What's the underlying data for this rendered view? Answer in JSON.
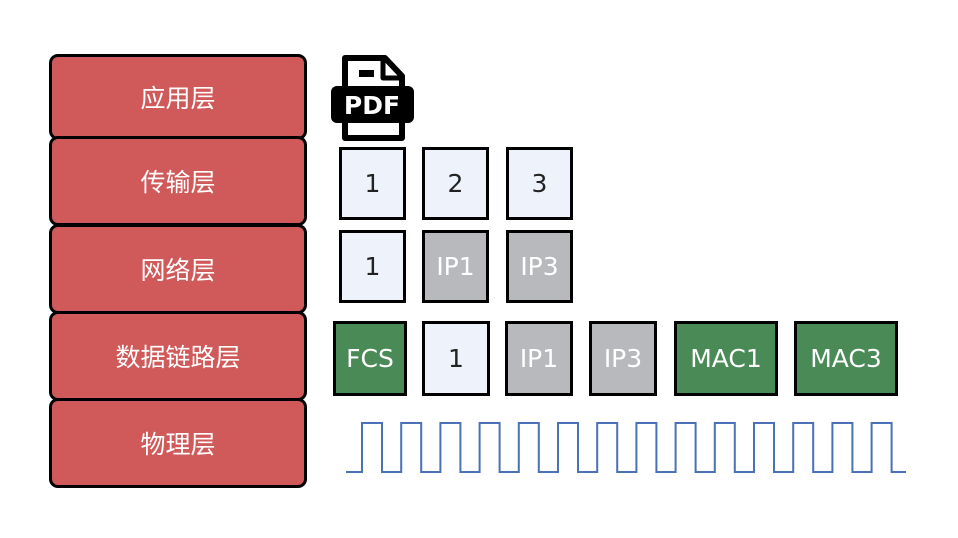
{
  "layers": [
    {
      "label": "应用层"
    },
    {
      "label": "传输层"
    },
    {
      "label": "网络层"
    },
    {
      "label": "数据链路层"
    },
    {
      "label": "物理层"
    }
  ],
  "file_icon": {
    "icon": "pdf-file-icon",
    "text": "PDF"
  },
  "transport": [
    "1",
    "2",
    "3"
  ],
  "network": [
    "1",
    "IP1",
    "IP3"
  ],
  "datalink": [
    "FCS",
    "1",
    "IP1",
    "IP3",
    "MAC1",
    "MAC3"
  ],
  "colors": {
    "layer_fill": "#d05a5a",
    "segment_fill": "#eef3fb",
    "ip_fill": "#b8b9bd",
    "mac_fill": "#4a8a56",
    "signal": "#4a70b8"
  }
}
